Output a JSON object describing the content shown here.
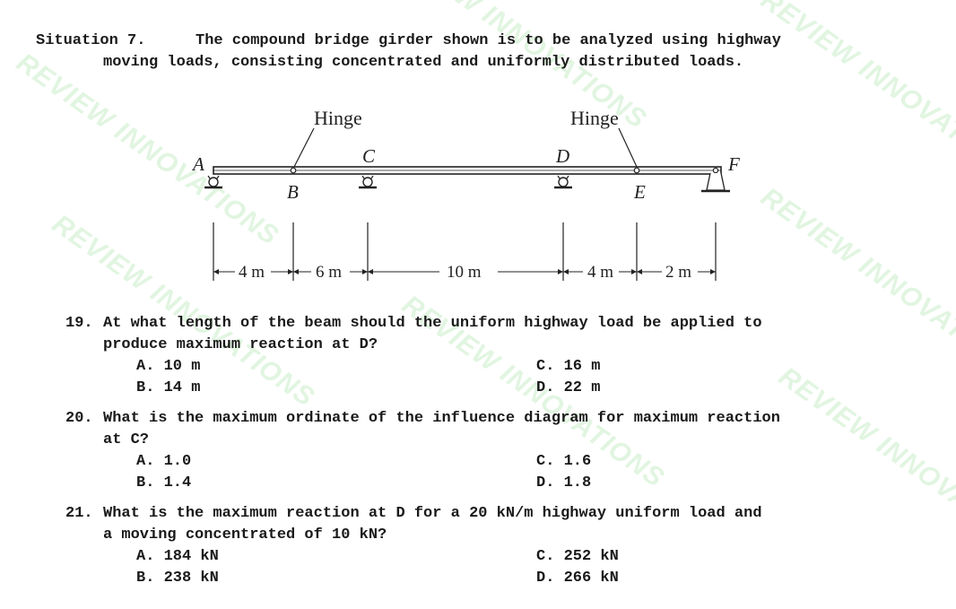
{
  "situation": {
    "label": "Situation 7.",
    "line1": "The compound bridge girder shown is to be analyzed using highway",
    "line2": "moving loads, consisting concentrated and uniformly distributed loads."
  },
  "figure": {
    "hinge_left": "Hinge",
    "hinge_right": "Hinge",
    "labels": {
      "A": "A",
      "B": "B",
      "C": "C",
      "D": "D",
      "E": "E",
      "F": "F"
    },
    "dims": [
      "4 m",
      "6 m",
      "10 m",
      "4 m",
      "2 m"
    ]
  },
  "watermark": "REVIEW INNOVATIONS",
  "questions": [
    {
      "num": "19.",
      "line1": "At what length of the beam should the uniform highway load be applied to",
      "line2": "produce maximum reaction at D?",
      "options": {
        "a": "A. 10 m",
        "b": "B. 14 m",
        "c": "C. 16 m",
        "d": "D. 22 m"
      }
    },
    {
      "num": "20.",
      "line1": "What is the maximum ordinate of the influence diagram for maximum reaction",
      "line2": "at C?",
      "options": {
        "a": "A. 1.0",
        "b": "B. 1.4",
        "c": "C. 1.6",
        "d": "D. 1.8"
      }
    },
    {
      "num": "21.",
      "line1": "What is the maximum reaction at D for a 20 kN/m highway uniform load and",
      "line2": "a moving concentrated of 10 kN?",
      "options": {
        "a": "A. 184 kN",
        "b": "B. 238 kN",
        "c": "C. 252 kN",
        "d": "D. 266 kN"
      }
    }
  ]
}
